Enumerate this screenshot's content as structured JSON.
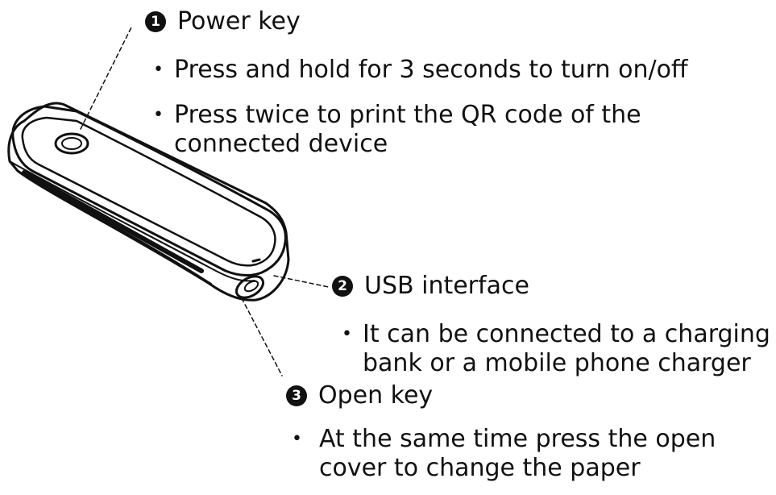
{
  "callouts": [
    {
      "number": "1",
      "title": "Power key",
      "bullets": [
        [
          "Press and hold for 3 seconds to turn on/off"
        ],
        [
          "Press twice to print the QR code of the",
          "connected device"
        ]
      ]
    },
    {
      "number": "2",
      "title": "USB interface",
      "bullets": [
        [
          "It can be connected to a charging",
          "bank or a mobile phone charger"
        ]
      ]
    },
    {
      "number": "3",
      "title": "Open key",
      "bullets": [
        [
          "At the same time press the open",
          "cover to change the paper"
        ]
      ]
    }
  ],
  "bullet_glyph": "•",
  "colors": {
    "ink": "#111111",
    "background": "#ffffff"
  },
  "illustration": {
    "object": "portable printer",
    "icons": [
      "power-button-icon",
      "usb-port-icon",
      "paper-slot-icon"
    ]
  }
}
